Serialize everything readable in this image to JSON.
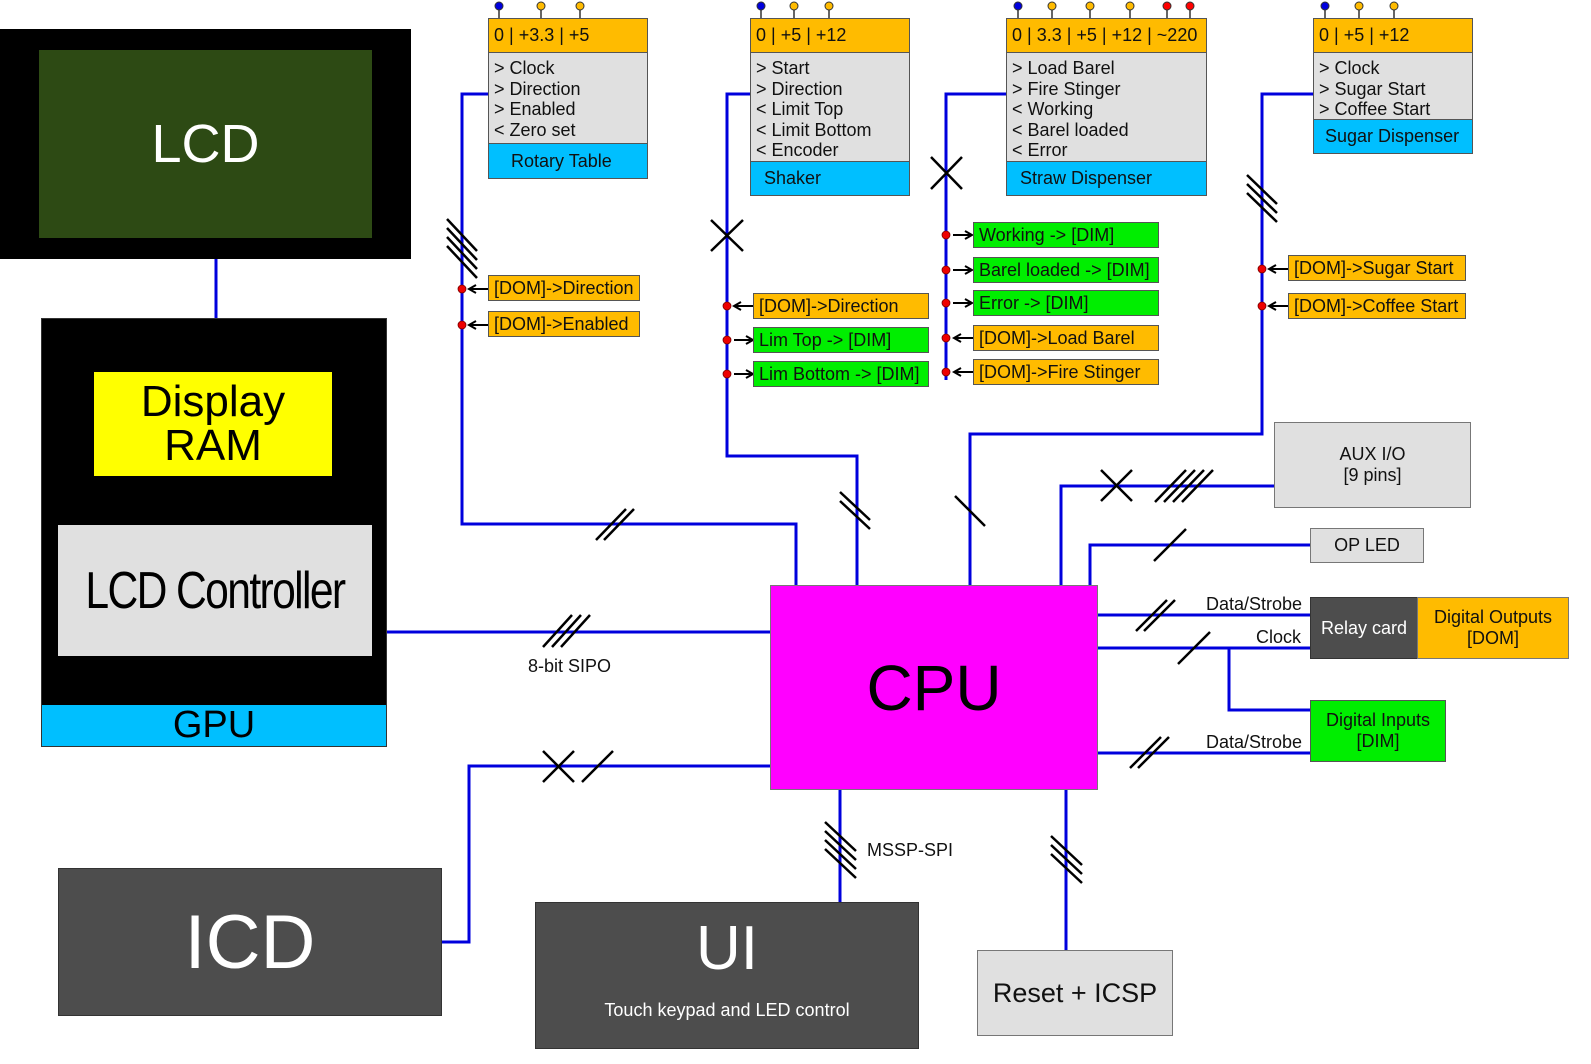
{
  "lcd": {
    "label": "LCD"
  },
  "gpu": {
    "display_ram": "Display\nRAM",
    "lcd_controller": "LCD Controller",
    "label": "GPU"
  },
  "cpu": {
    "label": "CPU"
  },
  "icd": {
    "label": "ICD"
  },
  "ui": {
    "label": "UI",
    "subtitle": "Touch keypad and LED control"
  },
  "reset": {
    "label": "Reset + ICSP"
  },
  "aux": {
    "label": "AUX I/O\n[9 pins]"
  },
  "op_led": {
    "label": "OP LED"
  },
  "relay": {
    "label": "Relay card"
  },
  "digital_outputs": {
    "label": "Digital Outputs\n[DOM]"
  },
  "digital_inputs": {
    "label": "Digital Inputs\n[DIM]"
  },
  "modules": {
    "rotary": {
      "power": "0 | +3.3 | +5",
      "signals": [
        "> Clock",
        "> Direction",
        "> Enabled",
        "< Zero set"
      ],
      "name": "Rotary Table"
    },
    "shaker": {
      "power": "0 | +5 | +12",
      "signals": [
        "> Start",
        "> Direction",
        "< Limit Top",
        "< Limit Bottom",
        "< Encoder"
      ],
      "name": "Shaker"
    },
    "straw": {
      "power": "0 | 3.3 | +5 | +12 | ~220",
      "signals": [
        "> Load Barel",
        "> Fire Stinger",
        "< Working",
        "< Barel loaded",
        "< Error"
      ],
      "name": "Straw Dispenser"
    },
    "sugar": {
      "power": "0 | +5 | +12",
      "signals": [
        "> Clock",
        "> Sugar Start",
        "> Coffee Start"
      ],
      "name": "Sugar Dispenser"
    }
  },
  "tags": {
    "rot_dir": "[DOM]->Direction",
    "rot_en": "[DOM]->Enabled",
    "shk_dir": "[DOM]->Direction",
    "shk_top": "Lim Top -> [DIM]",
    "shk_bot": "Lim Bottom -> [DIM]",
    "str_work": "Working -> [DIM]",
    "str_barel": "Barel loaded -> [DIM]",
    "str_err": "Error -> [DIM]",
    "str_load": "[DOM]->Load Barel",
    "str_fire": "[DOM]->Fire Stinger",
    "sug_start": "[DOM]->Sugar Start",
    "sug_coffee": "[DOM]->Coffee Start"
  },
  "labels": {
    "sipo": "8-bit SIPO",
    "mssp": "MSSP-SPI",
    "data_strobe_out": "Data/Strobe",
    "clock": "Clock",
    "data_strobe_in": "Data/Strobe"
  },
  "colors": {
    "wire": "#0000dd",
    "cpu": "#ff00ff",
    "lcd_screen": "#2d4a14",
    "display_ram": "#ffff00",
    "gpu_footer": "#00bfff",
    "dark_box": "#4d4d4d",
    "dom": "#ffbb00",
    "dim": "#00ee00",
    "pin_ground": "#0000dd",
    "pin_low": "#ffbb00",
    "pin_high": "#ff0000"
  }
}
